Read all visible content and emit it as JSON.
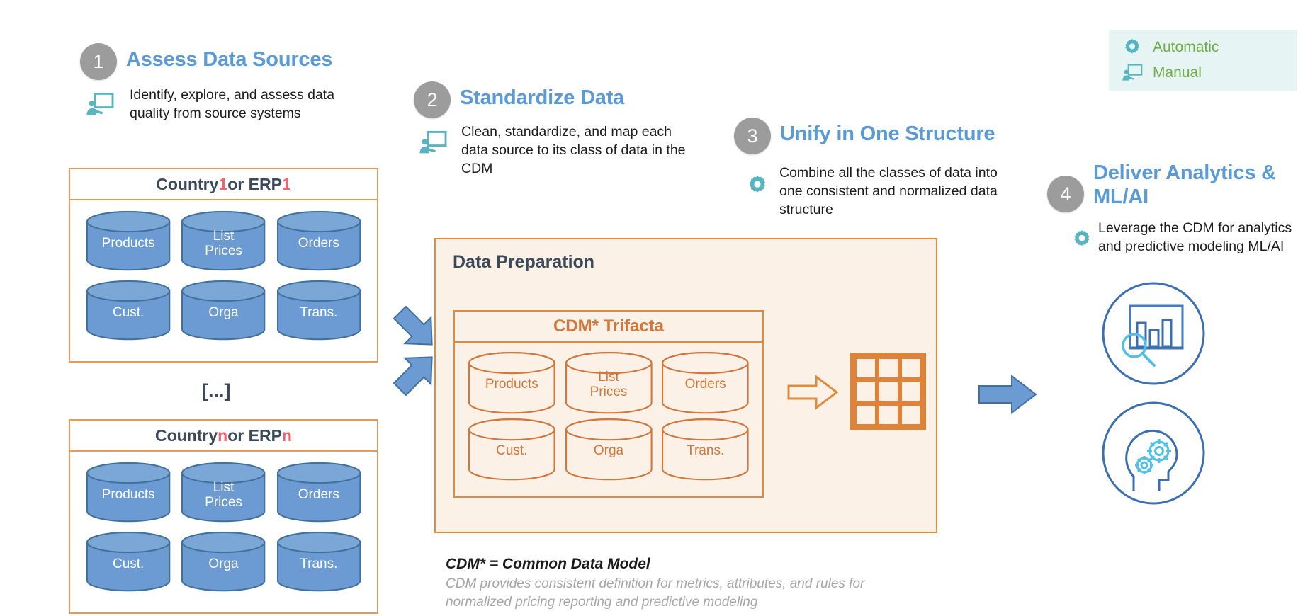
{
  "legend": {
    "background": "#E6F4F4",
    "text_color": "#70AD47",
    "items": [
      {
        "icon": "gear-icon",
        "label": "Automatic"
      },
      {
        "icon": "presentation-person-icon",
        "label": "Manual"
      }
    ]
  },
  "steps": [
    {
      "number": "1",
      "title": "Assess Data Sources",
      "icon": "presentation-person-icon",
      "description": "Identify, explore, and assess data quality from source systems"
    },
    {
      "number": "2",
      "title": "Standardize Data",
      "icon": "presentation-person-icon",
      "description": "Clean, standardize, and map each data source to its class of data in the CDM"
    },
    {
      "number": "3",
      "title": "Unify in One Structure",
      "icon": "gear-icon",
      "description": "Combine all the classes of data into one consistent and normalized data structure"
    },
    {
      "number": "4",
      "title": "Deliver Analytics & ML/AI",
      "icon": "gear-icon",
      "description": "Leverage the CDM for analytics and predictive modeling ML/AI"
    }
  ],
  "sources": {
    "ellipsis": "[...]",
    "boxes": [
      {
        "title_prefix": "Country ",
        "title_index": "1",
        "title_middle": " or ERP ",
        "title_index2": "1",
        "cylinders": [
          "Products",
          "List\nPrices",
          "Orders",
          "Cust.",
          "Orga",
          "Trans."
        ]
      },
      {
        "title_prefix": "Country ",
        "title_index": "n",
        "title_middle": " or ERP ",
        "title_index2": "n",
        "cylinders": [
          "Products",
          "List\nPrices",
          "Orders",
          "Cust.",
          "Orga",
          "Trans."
        ]
      }
    ]
  },
  "data_preparation": {
    "title": "Data Preparation",
    "cdm_title": "CDM* Trifacta",
    "cylinders": [
      "Products",
      "List\nPrices",
      "Orders",
      "Cust.",
      "Orga",
      "Trans."
    ],
    "output_icon": "table-grid-icon",
    "inner_arrow_icon": "outline-right-arrow-icon"
  },
  "footnote": {
    "title": "CDM* = Common Data Model",
    "body": "CDM provides consistent definition for metrics, attributes, and rules for normalized pricing reporting and predictive modeling"
  },
  "outputs": [
    {
      "icon": "analytics-chart-magnifier-icon"
    },
    {
      "icon": "head-with-gears-icon"
    }
  ],
  "arrows": [
    {
      "icon": "blue-arrow-down-right-icon"
    },
    {
      "icon": "blue-arrow-up-right-icon"
    },
    {
      "icon": "blue-arrow-right-icon"
    }
  ],
  "colors": {
    "accent_blue": "#5B9BD5",
    "cylinder_blue": "#6B9BD2",
    "cylinder_blue_stroke": "#41719C",
    "orange": "#E08A3C",
    "orange_text": "#D2763A",
    "panel_bg": "#FBF1E7",
    "teal": "#56B5C0",
    "green": "#70AD47",
    "gray_circle": "#9C9C9C",
    "red_accent": "#F2626B",
    "dark_slate": "#3B4A5A"
  }
}
